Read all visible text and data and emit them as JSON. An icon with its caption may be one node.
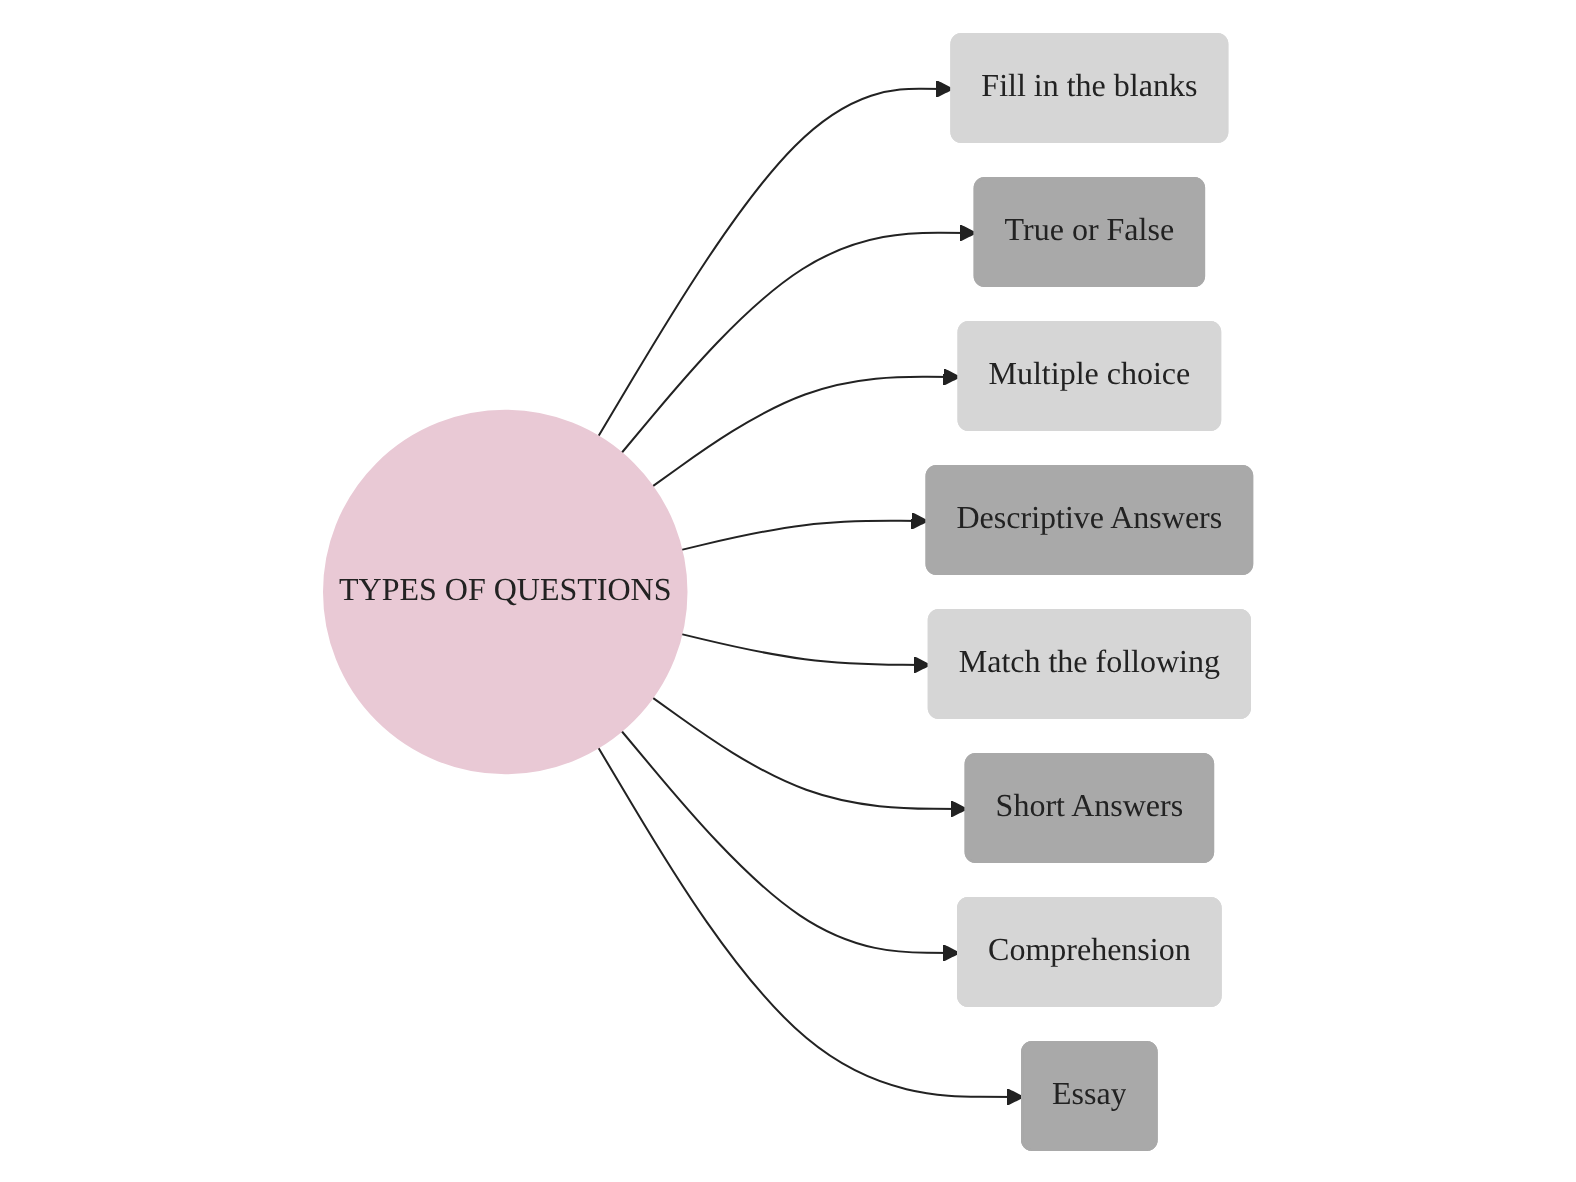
{
  "diagram": {
    "nodes": [
      {
        "text": [
          "TYPES OF QUESTIONS"
        ]
      },
      {
        "text": [
          "Fill in the blanks"
        ]
      },
      {
        "text": [
          "True or False"
        ]
      },
      {
        "text": [
          "Multiple choice"
        ]
      },
      {
        "text": [
          "Descriptive Answers"
        ]
      },
      {
        "text": [
          "Match the following"
        ]
      },
      {
        "text": [
          "Short Answers"
        ]
      },
      {
        "text": [
          "Comprehension"
        ]
      },
      {
        "text": [
          "Essay"
        ]
      }
    ],
    "edges": [
      {
        "from": 0,
        "to": 1,
        "arrow": "to"
      },
      {
        "from": 0,
        "to": 2,
        "arrow": "to"
      },
      {
        "from": 0,
        "to": 3,
        "arrow": "to"
      },
      {
        "from": 0,
        "to": 4,
        "arrow": "to"
      },
      {
        "from": 0,
        "to": 5,
        "arrow": "to"
      },
      {
        "from": 0,
        "to": 6,
        "arrow": "to"
      },
      {
        "from": 0,
        "to": 7,
        "arrow": "to"
      },
      {
        "from": 0,
        "to": 8,
        "arrow": "to"
      }
    ]
  }
}
